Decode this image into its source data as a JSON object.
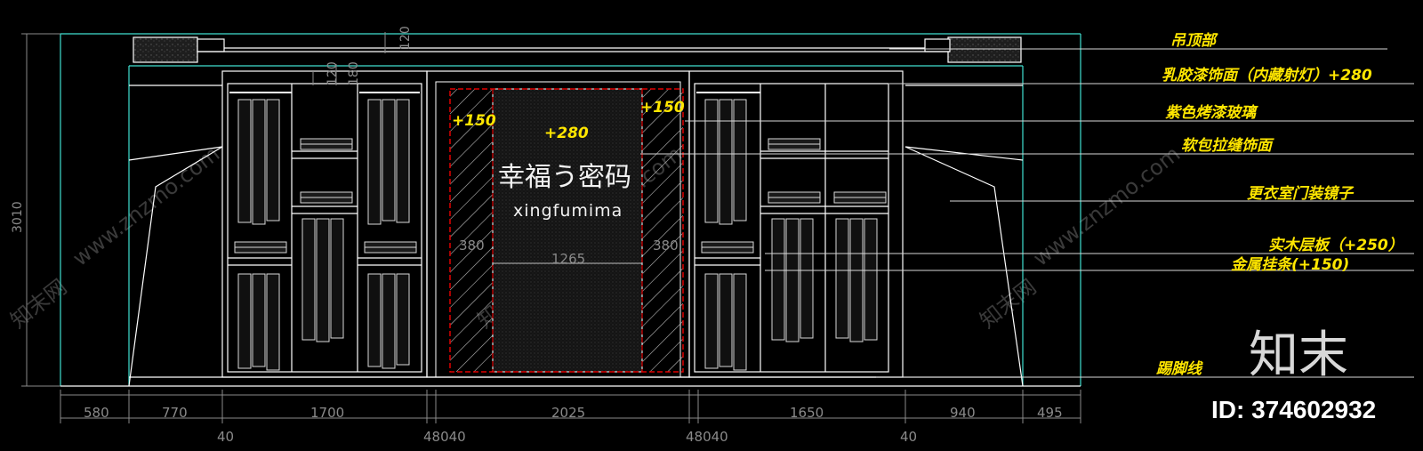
{
  "watermarks": {
    "site": "www.znzmo.com",
    "brand": "知末网"
  },
  "logo": {
    "text": "知末",
    "id_label": "ID: 374602932"
  },
  "center_panel": {
    "brand_cn": "幸福う密码",
    "brand_en": "xingfumima",
    "left_note": "+150",
    "center_note": "+280",
    "right_note": "+150",
    "left_width": "380",
    "center_width": "1265",
    "right_width": "380"
  },
  "dimensions": {
    "height_total": "3010",
    "top_120": "120",
    "upper_180": "180",
    "upper_120": "120",
    "bottom_row": [
      "580",
      "770",
      "1700",
      "2025",
      "1650",
      "940",
      "495"
    ],
    "lower_row_left": "40",
    "lower_row_mid_left": "48040",
    "lower_row_mid_right": "48040",
    "lower_row_right": "40"
  },
  "annotations": [
    "吊顶部",
    "乳胶漆饰面（内藏射灯）+280",
    "紫色烤漆玻璃",
    "软包拉缝饰面",
    "更衣室门装镜子",
    "实木层板（+250）",
    "金属挂条(+150)",
    "踢脚线"
  ],
  "colors": {
    "background": "#000000",
    "line": "#ffffff",
    "outline": "#40e0d0",
    "annotation": "#ffe600",
    "dimension": "#8a8a8a",
    "glass_border": "#e00000"
  }
}
